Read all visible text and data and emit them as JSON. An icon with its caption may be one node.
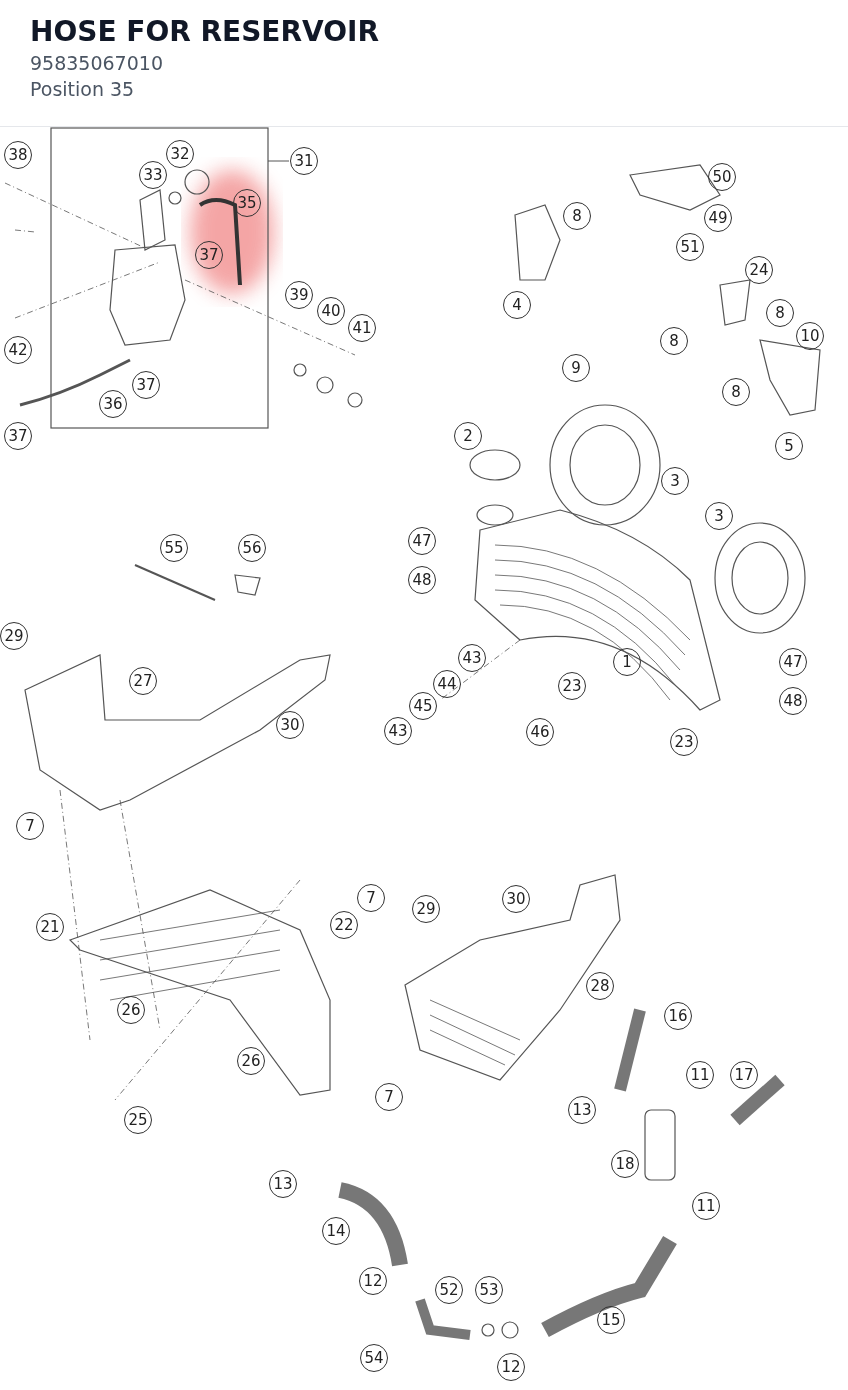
{
  "diagram": {
    "title": "HOSE FOR RESERVOIR",
    "labels": [
      "95835067010",
      "Position 35",
      "38",
      "32",
      "31",
      "33",
      "35",
      "37",
      "8",
      "50",
      "49",
      "51",
      "24",
      "42",
      "39",
      "40",
      "41",
      "4",
      "8",
      "10",
      "8",
      "37",
      "36",
      "9",
      "37",
      "8",
      "5",
      "2",
      "3",
      "3",
      "55",
      "56",
      "47",
      "48",
      "29",
      "27",
      "43",
      "1",
      "47",
      "44",
      "23",
      "48",
      "30",
      "45",
      "43",
      "46",
      "23",
      "7",
      "7",
      "29",
      "30",
      "21",
      "22",
      "28",
      "26",
      "16",
      "26",
      "11",
      "17",
      "7",
      "13",
      "25",
      "18",
      "13",
      "11",
      "14",
      "12",
      "52",
      "53",
      "15",
      "54",
      "12"
    ]
  }
}
